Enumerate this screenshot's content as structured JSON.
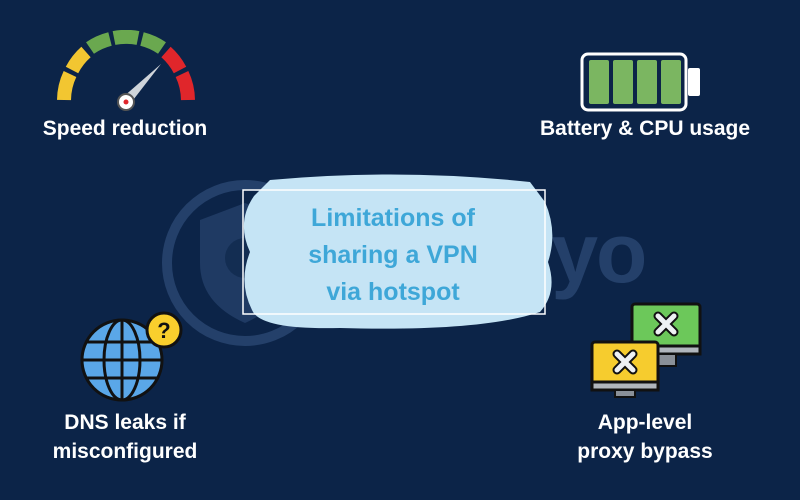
{
  "title": {
    "lines": [
      "Limitations of",
      "sharing a VPN",
      "via hotspot"
    ]
  },
  "watermark": {
    "text": "lyo"
  },
  "items": [
    {
      "id": "speed",
      "label_lines": [
        "Speed reduction"
      ],
      "icon": "speedometer-icon"
    },
    {
      "id": "battery",
      "label_lines": [
        "Battery & CPU usage"
      ],
      "icon": "battery-icon"
    },
    {
      "id": "dns",
      "label_lines": [
        "DNS leaks if",
        "misconfigured"
      ],
      "icon": "globe-question-icon"
    },
    {
      "id": "proxy",
      "label_lines": [
        "App-level",
        "proxy bypass"
      ],
      "icon": "monitors-x-icon"
    }
  ],
  "colors": {
    "background": "#0c2448",
    "title_text": "#3ea7d8",
    "title_box": "#c5e4f5",
    "gauge_yellow": "#f2c631",
    "gauge_green": "#6aa84f",
    "gauge_red": "#e0262b",
    "battery_green": "#7bb661",
    "globe_blue": "#5aa7e8",
    "question_yellow": "#f9cf2d",
    "monitor_green": "#6cc85a",
    "monitor_yellow": "#f6cc2e"
  }
}
